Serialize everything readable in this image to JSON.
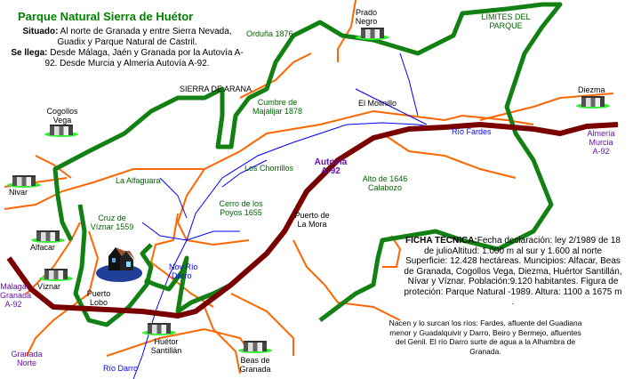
{
  "title": "Parque Natural Sierra de Huétor",
  "intro": {
    "situado_label": "Situado:",
    "situado_text": " Al norte de Granada y entre Sierra Nevada, Guadix y Parque Natural de Castril.",
    "llega_label": "Se llega:",
    "llega_text": " Desde Málaga, Jaén y Granada por la Autovía A-92.  Desde Murcia y Almería Autovía A-92."
  },
  "ficha": {
    "label": "FICHA TÉCNICA:",
    "text": "Fecha  declaración: ley 2/1989 de 18 de julioAltitud: 1.000 m al sur y 1.600 al norte Superficie: 12.428  hectáreas. Muncipios: Alfacar, Beas de Granada, Cogollos Vega, Diezma, Huértor Santillán, Nívar y  Víznar. Población:9.120 habitantes. Figura de proteción: Parque Natural -1989.  Altura: 1100 a 1675 m ."
  },
  "rios": "Nacen y lo surcan los ríos: Fardes, afluente del Guadiana menor y Guadalquivir y Darro, Beiro y Bermejo, afluentes del Genil.  El río Darro surte de agua a la Alhambra de Granada.",
  "labels": {
    "ordunia": "Orduña 1876",
    "prado_negro": "Prado Negro",
    "limites": "LIMITES DEL PARQUE",
    "sierra_arana": "SIERRA DE ARANA",
    "cumbre": "Cumbre de Majalijar 1878",
    "molinillo": "El Molinillo",
    "diezma": "Diezma",
    "almeria": "Almería Murcia A-92",
    "rio_fardes": "Río Fardes",
    "cogollos": "Cogollos Vega",
    "nivar": "Nivar",
    "alfaguara": "La Alfaguara",
    "chorrillos": "Los Chorrillos",
    "autovia": "Autovía A-92",
    "alto": "Alto de 1646 Calabozo",
    "cerro": "Cerro de los Poyos 1655",
    "cruz": "Cruz de Víznar 1559",
    "alfacar": "Alfacar",
    "puerto_mora": "Puerto de La Mora",
    "viznar": "Víznar",
    "malaga": "Málaga Granada A-92",
    "puerto_lobo": "Puerto Lobo",
    "nov_rio": "Nov  Río",
    "darro_top": "Darro",
    "huetor": "Huétor Santillán",
    "beas": "Beas de Granada",
    "granada_norte": "Granada Norte",
    "rio_darro": "Río Darro"
  },
  "colors": {
    "boundary": "#138013",
    "highway": "#7a0000",
    "roads": "#ff6600",
    "rivers": "#0000ff",
    "title": "#008000",
    "peaks": "#006400",
    "routes": "#6a0dad"
  }
}
